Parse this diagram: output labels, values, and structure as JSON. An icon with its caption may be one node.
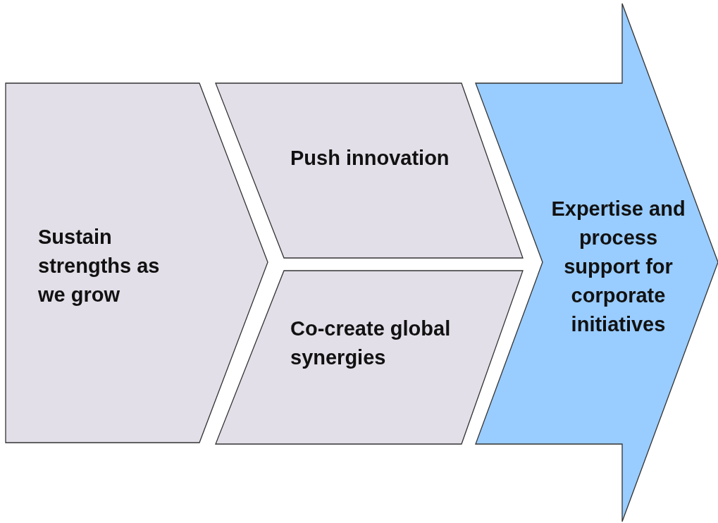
{
  "diagram": {
    "nodes": [
      {
        "text": [
          "Sustain strengths as we grow"
        ]
      },
      {
        "text": [
          "Push innovation"
        ]
      },
      {
        "text": [
          "Co-create global synergies"
        ]
      },
      {
        "text": [
          "Expertise and process support for corporate initiatives"
        ]
      }
    ]
  }
}
